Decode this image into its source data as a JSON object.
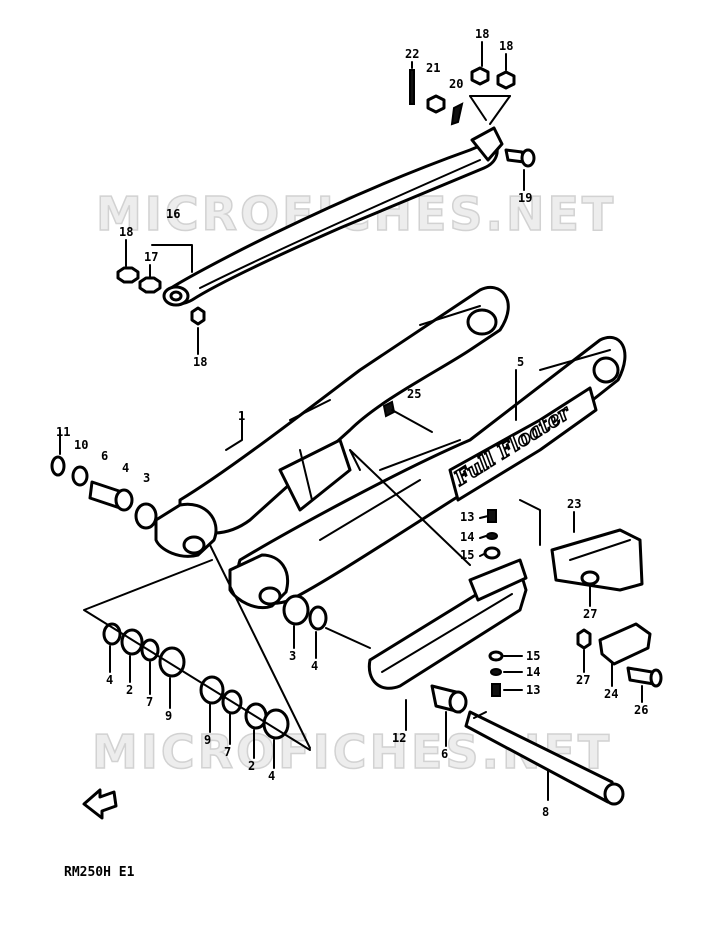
{
  "watermark_top": "MICROFICHES.NET",
  "watermark_bottom": "MICROFICHES.NET",
  "diagram_code": "RM250H E1",
  "brand_text": "Full Floater",
  "callouts": {
    "c22": "22",
    "c21": "21",
    "c20": "20",
    "c18a": "18",
    "c18b": "18",
    "c19": "19",
    "c16": "16",
    "c18c": "18",
    "c17": "17",
    "c18d": "18",
    "c25": "25",
    "c5": "5",
    "c1": "1",
    "c11": "11",
    "c10": "10",
    "c6a": "6",
    "c4a": "4",
    "c3a": "3",
    "c13a": "13",
    "c14a": "14",
    "c15a": "15",
    "c23": "23",
    "c27a": "27",
    "c3b": "3",
    "c4b": "4",
    "c4c": "4",
    "c2a": "2",
    "c7a": "7",
    "c9a": "9",
    "c9b": "9",
    "c7b": "7",
    "c2b": "2",
    "c4d": "4",
    "c12": "12",
    "c6b": "6",
    "c8": "8",
    "c15b": "15",
    "c14b": "14",
    "c13b": "13",
    "c27b": "27",
    "c24": "24",
    "c26": "26"
  }
}
